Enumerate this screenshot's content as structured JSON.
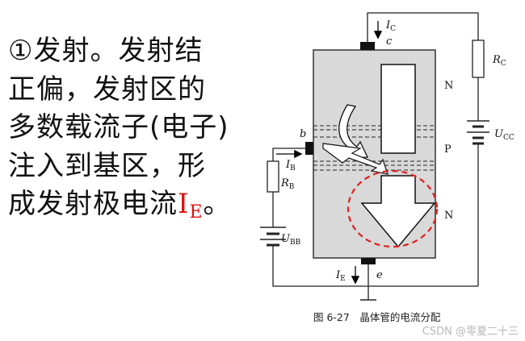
{
  "text": {
    "line1": "①发射。发射结",
    "line2": "正偏，发射区的",
    "line3": "多数载流子(电子)",
    "line4": "注入到基区，形",
    "line5_prefix": "成发射极电流",
    "ie_main": "I",
    "ie_sub": "E",
    "line5_suffix": "。"
  },
  "diagram": {
    "caption": "图 6-27　晶体管的电流分配",
    "region_n_top": "N",
    "region_p": "P",
    "region_n_bottom": "N",
    "terminal_c": "c",
    "terminal_b": "b",
    "terminal_e": "e",
    "ic_main": "I",
    "ic_sub": "C",
    "ib_main": "I",
    "ib_sub": "B",
    "ie_main": "I",
    "ie_sub": "E",
    "rc_main": "R",
    "rc_sub": "C",
    "rb_main": "R",
    "rb_sub": "B",
    "ucc_main": "U",
    "ucc_sub": "CC",
    "ubb_main": "U",
    "ubb_sub": "BB"
  },
  "colors": {
    "body_fill": "#d9d9d9",
    "dashed_circle": "#e02020",
    "ie_text": "#e01010"
  },
  "watermark": "CSDN @零夏二十三"
}
